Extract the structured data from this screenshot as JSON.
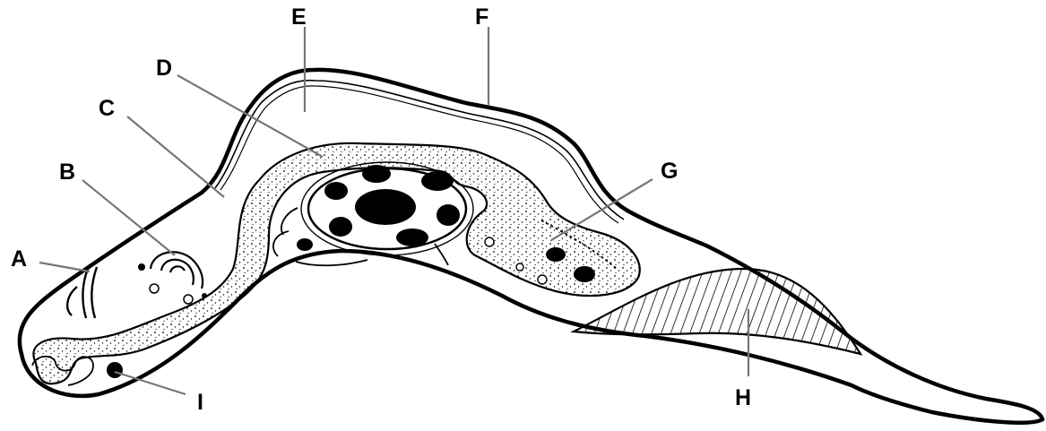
{
  "diagram": {
    "labels": [
      {
        "id": "A",
        "text": "A"
      },
      {
        "id": "B",
        "text": "B"
      },
      {
        "id": "C",
        "text": "C"
      },
      {
        "id": "D",
        "text": "D"
      },
      {
        "id": "E",
        "text": "E"
      },
      {
        "id": "F",
        "text": "F"
      },
      {
        "id": "G",
        "text": "G"
      },
      {
        "id": "H",
        "text": "H"
      },
      {
        "id": "I",
        "text": "I"
      }
    ]
  },
  "colors": {
    "ink": "#000000",
    "background": "#ffffff"
  }
}
